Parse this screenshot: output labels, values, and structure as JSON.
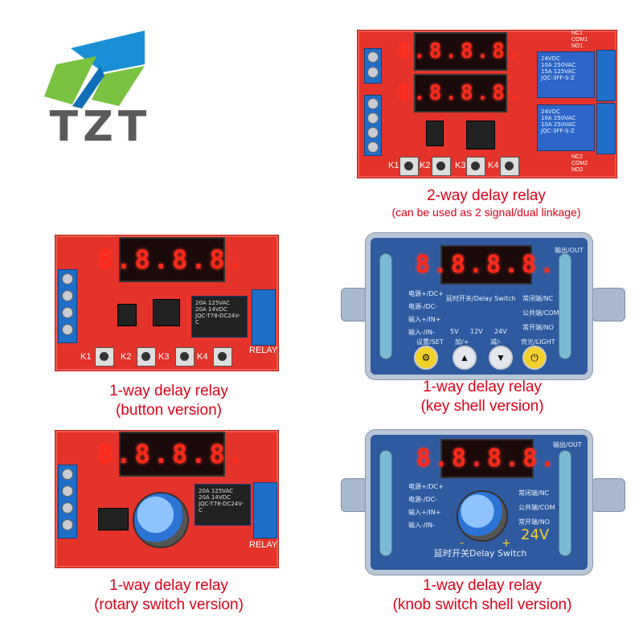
{
  "brand": {
    "name": "TZT",
    "colors": {
      "blue": "#1a8fd6",
      "green": "#7cc242",
      "gray": "#5a5a5a"
    }
  },
  "display_digits": "8.8.8.8.",
  "products": [
    {
      "line1": "2-way delay relay",
      "line2": "(can be used as 2 signal/dual linkage)"
    },
    {
      "line1": "1-way delay relay",
      "line2": "(button version)"
    },
    {
      "line1": "1-way delay relay",
      "line2": "(key shell version)"
    },
    {
      "line1": "1-way delay relay",
      "line2": "(rotary switch version)"
    },
    {
      "line1": "1-way delay relay",
      "line2": "(knob switch shell version)"
    }
  ],
  "board": {
    "keys": [
      "K1",
      "K2",
      "K3",
      "K4"
    ],
    "relay_label": "RELAY",
    "relay_text_2way": [
      "24VDC",
      "10A 250VAC",
      "15A 125VAC",
      "10A 250VAC",
      "JQC-3FF-S-Z"
    ],
    "relay_text_1way": [
      "20A 125VAC",
      "20A 14VDC",
      "JQC-T78-DC24V-C"
    ],
    "nc_labels": [
      "NC1",
      "COM1",
      "NO1",
      "NC2",
      "COM2",
      "NO2"
    ]
  },
  "key_shell": {
    "out": "输出/OUT",
    "left_labels": [
      "电源+/DC+",
      "电源-/DC-",
      "输入+/IN+",
      "输入-/IN-"
    ],
    "center_label": "延时开关/Delay Switch",
    "right_labels": [
      "常闭端/NC",
      "公共端/COM",
      "常开端/NO"
    ],
    "voltage": [
      "5V",
      "12V",
      "24V"
    ],
    "buttons": [
      "设置/SET",
      "加/+",
      "减/-",
      "背光/LIGHT"
    ]
  },
  "knob_shell": {
    "out": "输出/OUT",
    "left_labels": [
      "电源+/DC+",
      "电源-/DC-",
      "输入+/IN+",
      "输入-/IN-"
    ],
    "right_labels": [
      "常闭端/NC",
      "公共端/COM",
      "常开端/NO"
    ],
    "voltage": "24V",
    "title": "延时开关Delay Switch",
    "minus": "-",
    "plus": "+"
  }
}
